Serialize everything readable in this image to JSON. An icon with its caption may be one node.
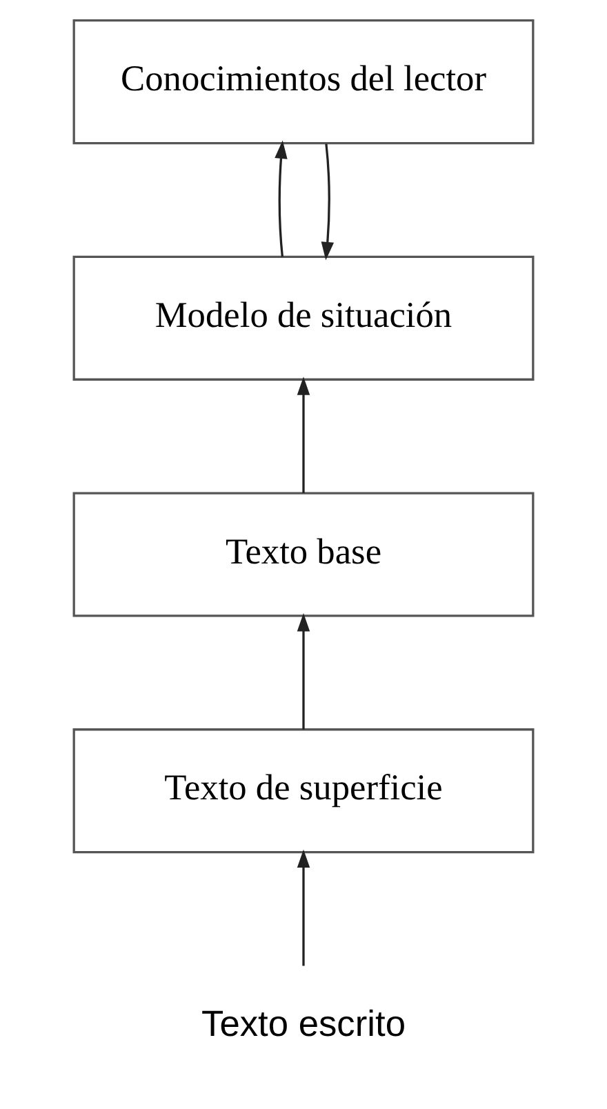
{
  "diagram": {
    "nodes": [
      {
        "text": [
          "Conocimientos del lector"
        ]
      },
      {
        "text": [
          "Modelo de situación"
        ]
      },
      {
        "text": [
          "Texto base"
        ]
      },
      {
        "text": [
          "Texto de superficie"
        ]
      },
      {
        "text": [
          "Texto escrito"
        ]
      }
    ],
    "edges": [
      {
        "from": 0,
        "to": 1,
        "arrow": "to"
      },
      {
        "from": 1,
        "to": 0,
        "arrow": "to"
      },
      {
        "from": 2,
        "to": 1,
        "arrow": "to"
      },
      {
        "from": 3,
        "to": 2,
        "arrow": "to"
      },
      {
        "from": 4,
        "to": 3,
        "arrow": "to"
      }
    ]
  }
}
